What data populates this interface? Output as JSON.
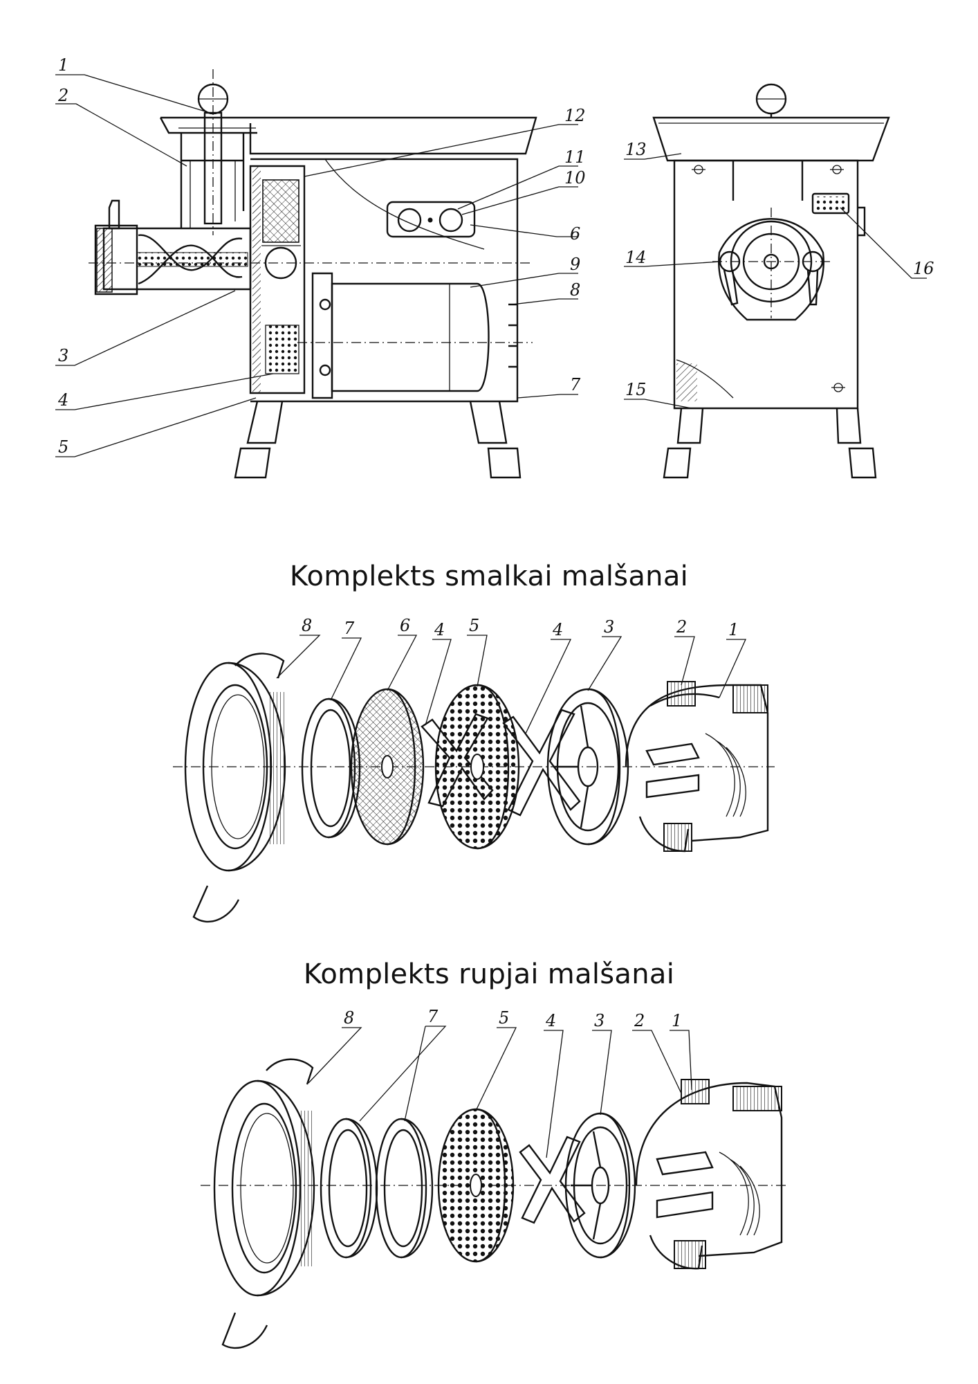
{
  "top_figure": {
    "side_view_labels": [
      "1",
      "2",
      "3",
      "4",
      "5",
      "6",
      "7",
      "8",
      "9",
      "10",
      "11",
      "12"
    ],
    "front_view_labels": [
      "13",
      "14",
      "15",
      "16"
    ]
  },
  "fine_set": {
    "caption": "Komplekts smalkai malšanai",
    "labels": [
      "8",
      "7",
      "6",
      "4",
      "5",
      "4",
      "3",
      "2",
      "1"
    ]
  },
  "coarse_set": {
    "caption": "Komplekts rupjai malšanai",
    "labels": [
      "8",
      "7",
      "5",
      "4",
      "3",
      "2",
      "1"
    ]
  }
}
